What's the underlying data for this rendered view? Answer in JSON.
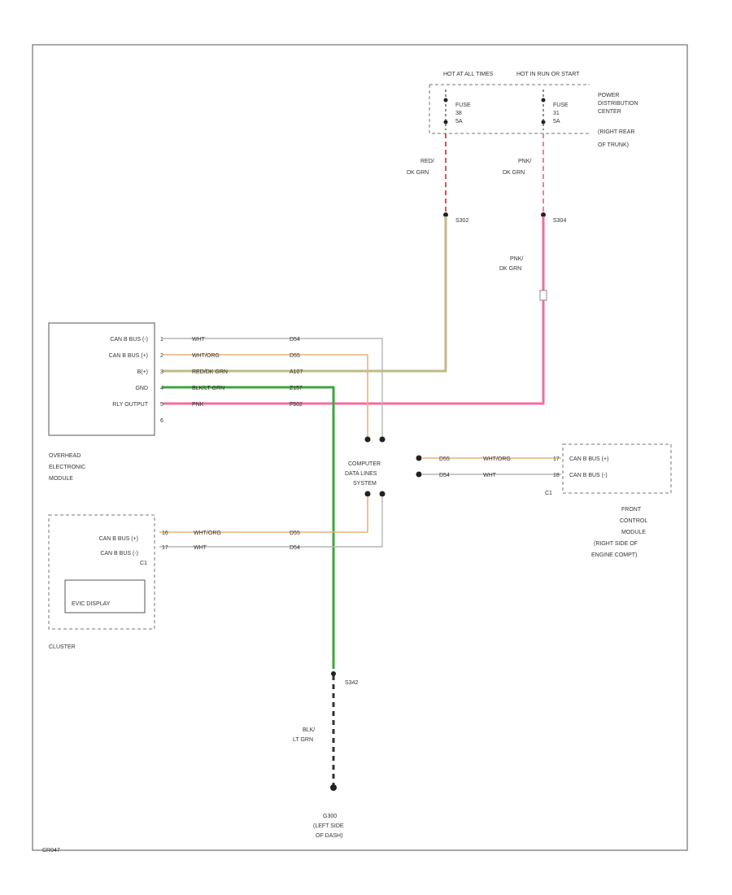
{
  "diagram_id": "CR047",
  "power_source": {
    "hot_at_all_times": "HOT AT ALL TIMES",
    "hot_in_run": "HOT IN RUN OR START",
    "location": [
      "POWER",
      "DISTRIBUTION",
      "CENTER",
      "(RIGHT REAR",
      "OF TRUNK)"
    ],
    "fuse_left": [
      "FUSE",
      "38",
      "5A"
    ],
    "fuse_right": [
      "FUSE",
      "31",
      "5A"
    ]
  },
  "wires": {
    "red_dkgrn": [
      "RED/",
      "DK GRN"
    ],
    "pnk_dkgrn_top": [
      "PNK/",
      "DK GRN"
    ],
    "pnk_dkgrn_mid": [
      "PNK/",
      "DK GRN"
    ],
    "blk_ltgrn": [
      "BLK/",
      "LT GRN"
    ]
  },
  "splices": {
    "s302": "S302",
    "s304": "S304",
    "s342": "S342"
  },
  "overhead_module": {
    "pins": [
      {
        "label": "CAN B BUS (-)",
        "pin": "1",
        "color": "WHT",
        "circuit": "D54"
      },
      {
        "label": "CAN B BUS (+)",
        "pin": "2",
        "color": "WHT/ORG",
        "circuit": "D55"
      },
      {
        "label": "B(+)",
        "pin": "3",
        "color": "RED/DK GRN",
        "circuit": "A107"
      },
      {
        "label": "GND",
        "pin": "4",
        "color": "BLK/LT GRN",
        "circuit": "Z157"
      },
      {
        "label": "RLY OUTPUT",
        "pin": "5",
        "color": "PNK",
        "circuit": "F502"
      },
      {
        "label": "",
        "pin": "6",
        "color": "",
        "circuit": ""
      }
    ],
    "name": [
      "OVERHEAD",
      "ELECTRONIC",
      "MODULE"
    ]
  },
  "cdls": [
    "COMPUTER",
    "DATA LINES",
    "SYSTEM"
  ],
  "front_module": {
    "rows": [
      {
        "circuit": "D55",
        "color": "WHT/ORG",
        "pin": "17",
        "label": "CAN B BUS (+)"
      },
      {
        "circuit": "D54",
        "color": "WHT",
        "pin": "18",
        "label": "CAN B BUS (-)"
      }
    ],
    "connector": "C1",
    "name": [
      "FRONT",
      "CONTROL",
      "MODULE",
      "(RIGHT SIDE OF",
      "ENGINE COMPT)"
    ]
  },
  "cluster": {
    "rows": [
      {
        "label": "CAN B BUS (+)",
        "pin": "16",
        "color": "WHT/ORG",
        "circuit": "D55"
      },
      {
        "label": "CAN B BUS (-)",
        "pin": "17",
        "color": "WHT",
        "circuit": "D54"
      }
    ],
    "connector": "C1",
    "display": "EVIC DISPLAY",
    "name": "CLUSTER"
  },
  "ground": {
    "id": "G300",
    "location": [
      "(LEFT SIDE",
      "OF DASH)"
    ]
  },
  "colors": {
    "pink": "#f06ea0",
    "green": "#3fa53f",
    "tan": "#c2b888",
    "orange": "#e9b27d",
    "gray": "#b5b5b5",
    "red": "#e33a3a"
  }
}
